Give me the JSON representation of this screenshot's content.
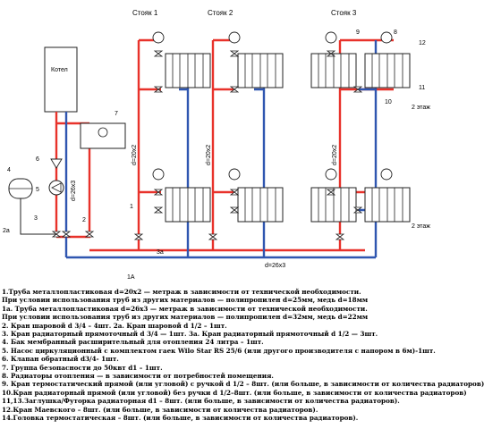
{
  "diagram": {
    "risers": [
      "Стояк 1",
      "Стояк 2",
      "Стояк 3"
    ],
    "boiler_label": "Котел",
    "floor_label": "2 этаж",
    "pipe_labels": {
      "main": "d=26x3",
      "riser": "d=20x2",
      "boiler_pipe": "d=26x3"
    },
    "callouts": {
      "c1": "1",
      "c1a": "1А",
      "c2": "2",
      "c2a": "2а",
      "c3": "3",
      "c3a": "3а",
      "c4": "4",
      "c5": "5",
      "c6": "6",
      "c7": "7",
      "c8": "8",
      "c9": "9",
      "c10": "10",
      "c11": "11",
      "c12": "12"
    },
    "colors": {
      "supply": "#e8322b",
      "return": "#2f56b0",
      "line": "#222222"
    }
  },
  "legend": [
    "1.Труба металлопластиковая d=20x2 — метраж в зависимости от технической необходимости.",
    "При условии использования труб из других материалов — полипропилен d=25мм, медь d=18мм",
    "1а. Труба металлопластиковая d=26x3 — метраж в зависимости от технической необходимости.",
    "При условии использования труб из других материалов — полипропилен d=32мм, медь d=22мм",
    "2. Кран шаровой d 3/4 – 4шт. 2а. Кран шаровой d 1/2 – 1шт.",
    "3. Кран радиаторный прямоточный d 3/4 — 1шт. 3а. Кран радиаторный прямоточный d 1/2 — 3шт.",
    "4. Бак мембранный расширительный для отопления 24 литра – 1шт.",
    "5. Насос циркуляционный с комплектом гаек Wilo Star RS 25/6 (или другого производителя с напором в 6м)-1шт.",
    "6. Клапан обратный d3/4- 1шт.",
    "7. Группа безопасности до 50квт d1 – 1шт.",
    "8. Радиаторы отопления — в зависимости от потребностей помещения.",
    "9. Кран термостатический прямой (или угловой) с ручкой d 1/2 – 8шт. (или больше, в зависимости от количества радиаторов)",
    "10.Кран радиаторный прямой (или угловой) без ручки d 1/2–8шт. (или больше, в зависимости от количества радиаторов)",
    "11,13.Заглушка/Футорка радиаторная d1 – 8шт. (или больше, в зависимости от количества радиаторов).",
    "12.Кран Маевского – 8шт. (или больше, в зависимости от количества радиаторов).",
    "14.Головка термостатическая – 8шт. (или больше, в зависимости от количества радиаторов)."
  ]
}
